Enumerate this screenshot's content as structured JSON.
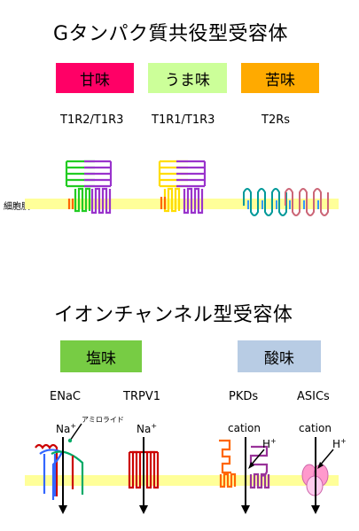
{
  "section1": {
    "title": "Gタンパク質共役型受容体",
    "tastes": [
      {
        "label": "甘味",
        "color": "#ff0066"
      },
      {
        "label": "うま味",
        "color": "#ccff99"
      },
      {
        "label": "苦味",
        "color": "#ffaa00"
      }
    ],
    "receptors": [
      "T1R2/T1R3",
      "T1R1/T1R3",
      "T2Rs"
    ],
    "membrane_label": "細胞膜"
  },
  "section2": {
    "title": "イオンチャンネル型受容体",
    "tastes": [
      {
        "label": "塩味",
        "color": "#77cc44"
      },
      {
        "label": "酸味",
        "color": "#b8cce4"
      }
    ],
    "channels": [
      "ENaC",
      "TRPV1",
      "PKDs",
      "ASICs"
    ],
    "ions": {
      "enac": {
        "base": "Na",
        "sup": "+"
      },
      "trpv1": {
        "base": "Na",
        "sup": "+"
      },
      "pkd_cation": "cation",
      "pkd_h": {
        "base": "H",
        "sup": "+"
      },
      "asic_cation": "cation",
      "asic_h": {
        "base": "H",
        "sup": "+"
      }
    },
    "amiloride": "アミロライド"
  },
  "colors": {
    "membrane": "#ffff99",
    "arrow": "#000000"
  }
}
